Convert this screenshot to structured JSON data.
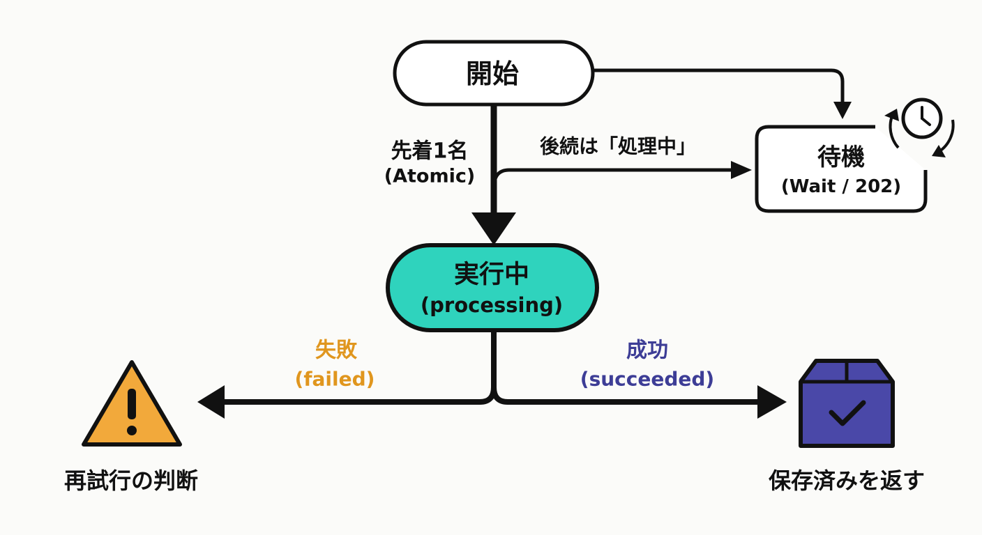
{
  "nodes": {
    "start": {
      "label": "開始"
    },
    "wait": {
      "label": "待機",
      "sublabel": "(Wait / 202)"
    },
    "processing": {
      "label": "実行中",
      "sublabel": "(processing)",
      "fill": "#2fd3bd"
    },
    "retry": {
      "label": "再試行の判断",
      "icon": "warning-icon",
      "fill": "#f2a93b"
    },
    "saved": {
      "label": "保存済みを返す",
      "icon": "checked-box-icon",
      "fill": "#4a48a8"
    }
  },
  "edges": {
    "first": {
      "label": "先着1名",
      "sublabel": "(Atomic)"
    },
    "subsequent": {
      "label": "後続は「処理中」"
    },
    "failed": {
      "label": "失敗",
      "sublabel": "(failed)",
      "color": "#e0961e"
    },
    "succeeded": {
      "label": "成功",
      "sublabel": "(succeeded)",
      "color": "#3d3d96"
    }
  },
  "icons": {
    "wait": "clock-refresh-icon"
  }
}
